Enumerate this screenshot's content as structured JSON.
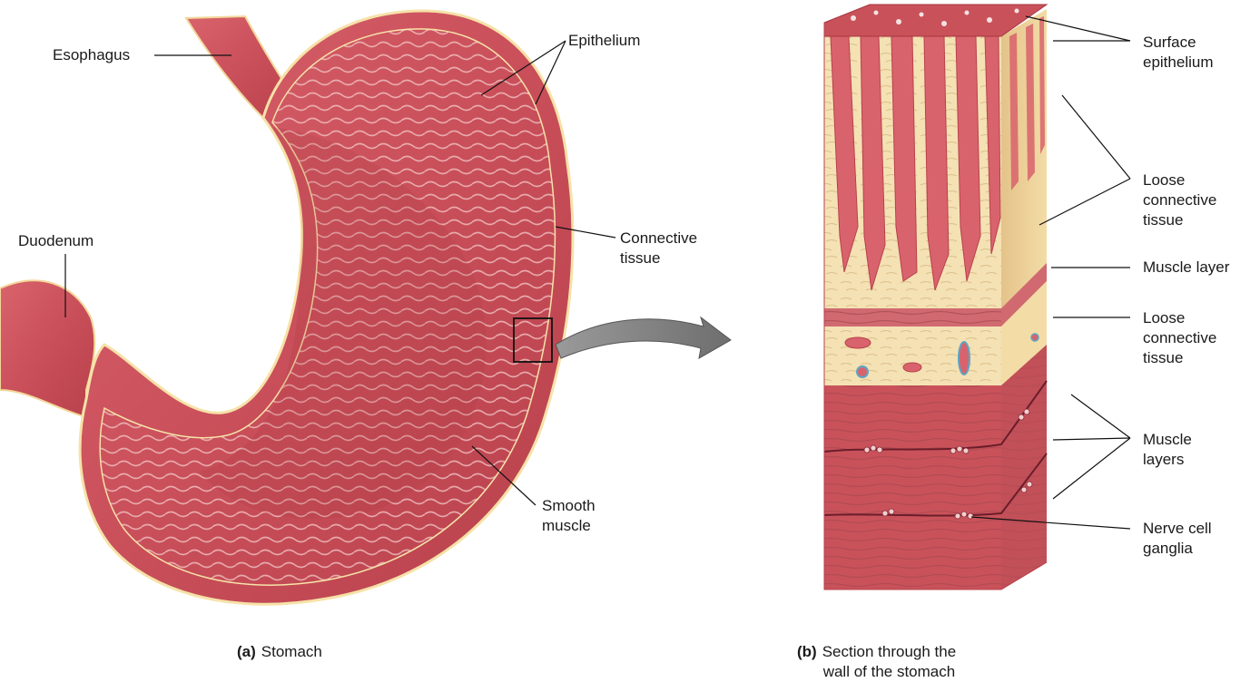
{
  "panel_a": {
    "caption_letter": "(a)",
    "caption_text": "Stomach",
    "labels": {
      "esophagus": "Esophagus",
      "epithelium": "Epithelium",
      "duodenum": "Duodenum",
      "connective_tissue": "Connective\ntissue",
      "smooth_muscle": "Smooth\nmuscle"
    }
  },
  "panel_b": {
    "caption_letter": "(b)",
    "caption_text": "Section through the\nwall of the stomach",
    "labels": {
      "surface_epithelium": "Surface\nepithelium",
      "loose_connective_1": "Loose\nconnective\ntissue",
      "muscle_layer": "Muscle layer",
      "loose_connective_2": "Loose\nconnective\ntissue",
      "muscle_layers": "Muscle\nlayers",
      "nerve_cell_ganglia": "Nerve cell\nganglia"
    }
  },
  "colors": {
    "tissue_red": "#c9525a",
    "tissue_dark": "#9e3a44",
    "tissue_light": "#e8949a",
    "connective": "#f4e1b4",
    "outline": "#f6e2a8",
    "arrow": "#8c8c8c"
  }
}
